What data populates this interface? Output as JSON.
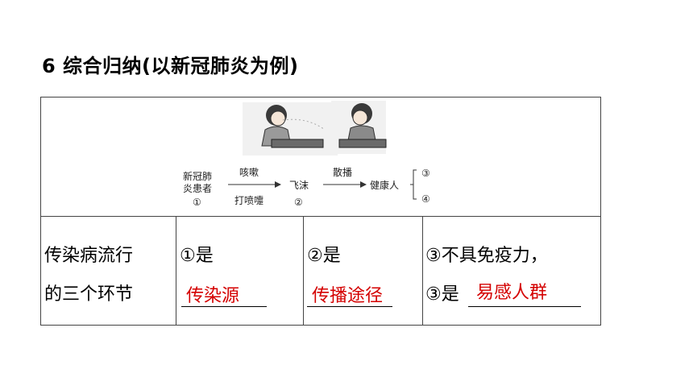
{
  "title": "6 综合归纳(以新冠肺炎为例)",
  "diagram": {
    "source_line1": "新冠肺",
    "source_line2": "炎患者",
    "source_num": "①",
    "cough": "咳嗽",
    "sneeze": "打喷嚏",
    "droplet": "飞沫",
    "droplet_num": "②",
    "spread": "散播",
    "healthy": "健康人",
    "out3": "③",
    "out4": "④"
  },
  "row": {
    "label_line1": "传染病流行",
    "label_line2": "的三个环节",
    "c1_prefix": "①是",
    "c1_answer": "传染源",
    "c2_prefix": "②是",
    "c2_answer": "传播途径",
    "c3_line1": "③不具免疫力，",
    "c3_prefix": "③是",
    "c3_answer": "易感人群"
  }
}
